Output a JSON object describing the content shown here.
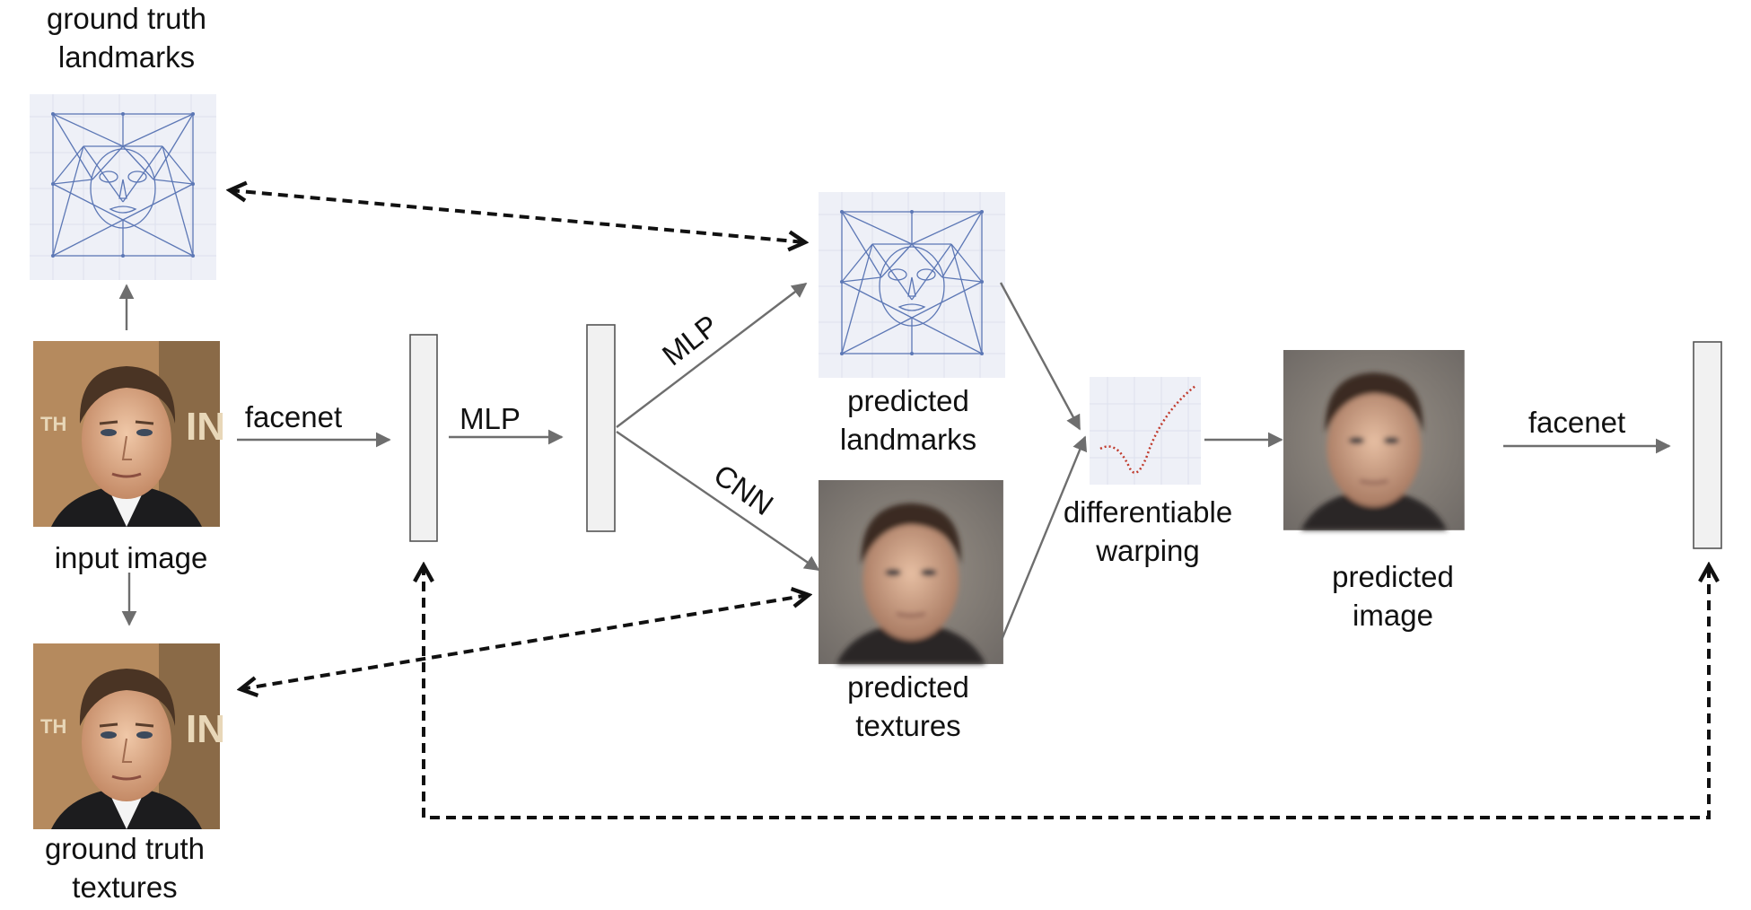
{
  "labels": {
    "gt_landmarks": [
      "ground truth",
      "landmarks"
    ],
    "input_image": "input image",
    "gt_textures": [
      "ground truth",
      "textures"
    ],
    "facenet_1": "facenet",
    "mlp_1": "MLP",
    "mlp_2": "MLP",
    "cnn": "CNN",
    "pred_landmarks": [
      "predicted",
      "landmarks"
    ],
    "pred_textures": [
      "predicted",
      "textures"
    ],
    "warping": [
      "differentiable",
      "warping"
    ],
    "pred_image": [
      "predicted",
      "image"
    ],
    "facenet_2": "facenet"
  },
  "colors": {
    "arrow": "#6e6e6e",
    "loss_arrow": "#111111",
    "vector_fill": "#f1f1f1",
    "mesh_line": "#5c77b5",
    "mesh_bg": "#eef0f7",
    "curve_point": "#c0392b"
  },
  "icons": {
    "face_photo": "face-photo-icon",
    "landmark_mesh": "landmark-mesh-icon",
    "warp_plot": "warp-curve-icon"
  }
}
